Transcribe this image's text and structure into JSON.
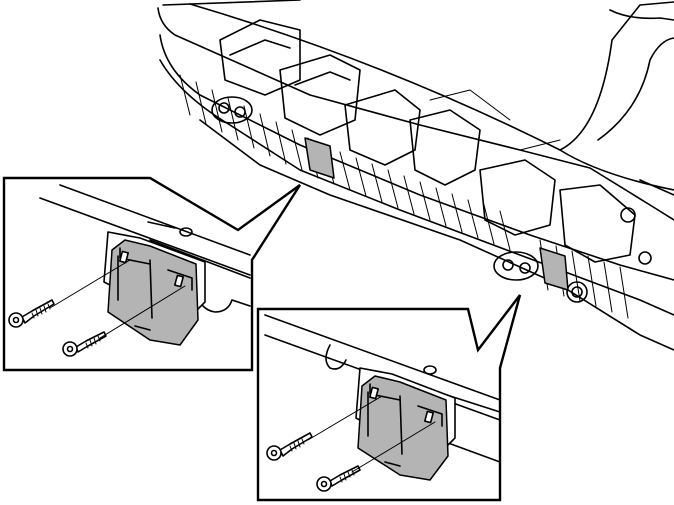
{
  "figure": {
    "kind": "technical exploded-view line drawing",
    "colors": {
      "line": "#000000",
      "background": "#ffffff",
      "part_fill": "#b4b4b4"
    }
  },
  "main_view": {
    "part": "bumper-carrier-beam",
    "mounting_clips_highlighted": 2
  },
  "detail_views": [
    {
      "id": "detail-left",
      "clip": "clip-bracket",
      "screws": 2
    },
    {
      "id": "detail-right",
      "clip": "clip-bracket",
      "screws": 2
    }
  ],
  "icons": [
    "screw-icon",
    "clip-bracket-icon"
  ]
}
